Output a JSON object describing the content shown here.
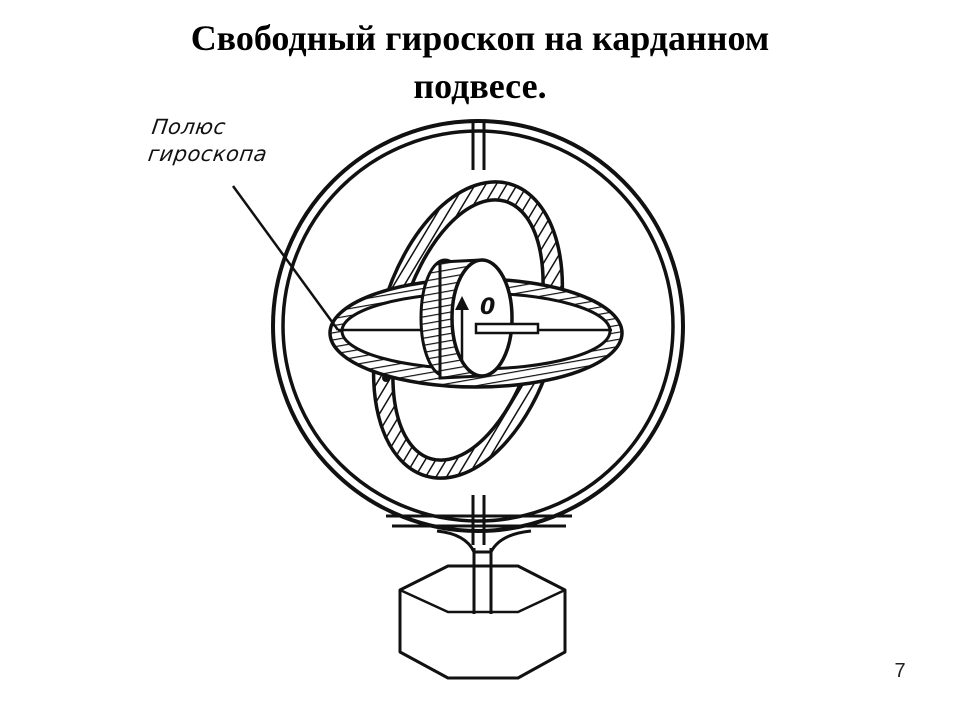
{
  "slide": {
    "title_lines": [
      "Свободный гироскоп на карданном",
      "подвесе."
    ],
    "page_number": "7"
  },
  "figure": {
    "pole_label_lines": [
      "Полюс",
      "гироскопа"
    ],
    "rotor_mark": "0",
    "ink_color": "#111111"
  }
}
